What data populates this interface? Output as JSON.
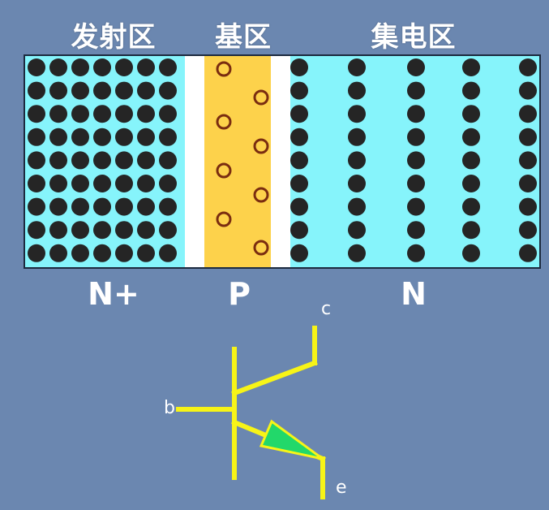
{
  "regions": {
    "emitter": {
      "title": "发射区",
      "type": "N+",
      "color": "#86f4fb"
    },
    "base": {
      "title": "基区",
      "type": "P",
      "color": "#fdd24b"
    },
    "collector": {
      "title": "集电区",
      "type": "N",
      "color": "#86f4fb"
    }
  },
  "junction_color": "#ffffff",
  "electron_color": "#252525",
  "hole_color": "#7a2d10",
  "symbol": {
    "color": "#f7f417",
    "arrow_fill": "#22d86a",
    "terminals": {
      "base": "b",
      "collector": "c",
      "emitter": "e"
    }
  }
}
